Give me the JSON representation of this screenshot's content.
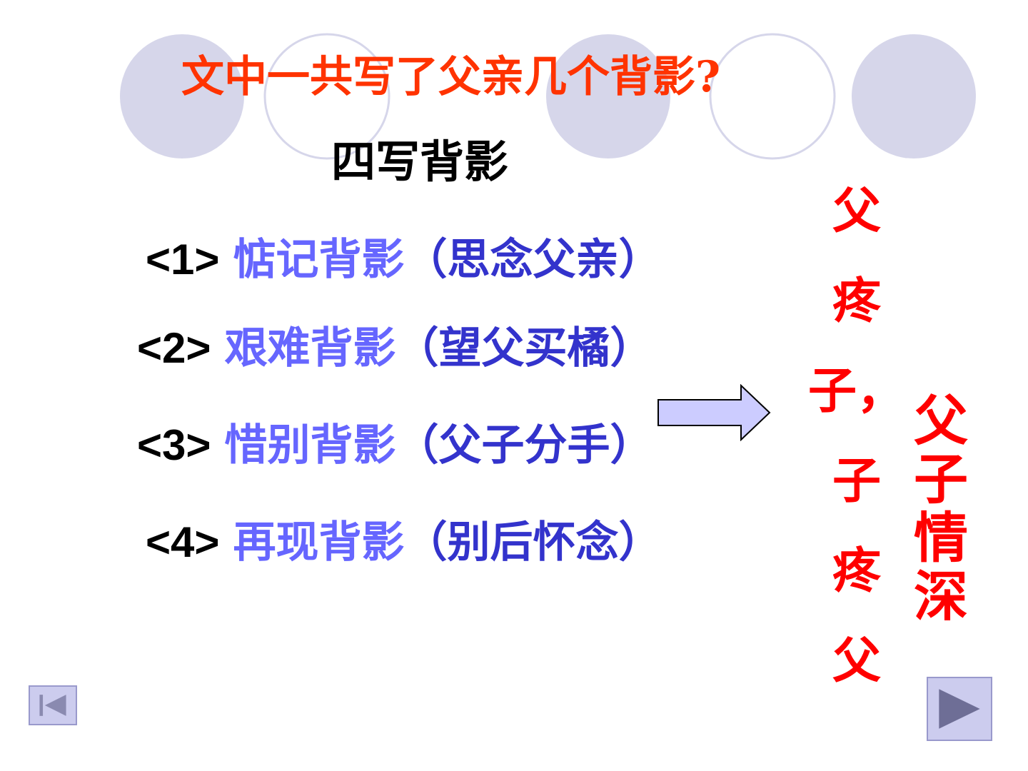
{
  "slide": {
    "title": "文中一共写了父亲几个背影?",
    "subtitle": "四写背影",
    "items": [
      {
        "num": "<1>",
        "text": "惦记背影",
        "note": "（思念父亲）"
      },
      {
        "num": "<2>",
        "text": "艰难背影",
        "note": "（望父买橘）"
      },
      {
        "num": "<3>",
        "text": "惜别背影",
        "note": "（父子分手）"
      },
      {
        "num": "<4>",
        "text": "再现背影",
        "note": "（别后怀念）"
      }
    ],
    "vertical_col1": [
      "父",
      "疼",
      "子，",
      "子",
      "疼",
      "父"
    ],
    "vertical_col2": [
      "父",
      "子",
      "情",
      "深"
    ]
  },
  "nav": {
    "first_icon": "first-slide-icon",
    "next_icon": "next-slide-icon"
  },
  "colors": {
    "title": "#ff3300",
    "item_text": "#6666ff",
    "item_note": "#3333cc",
    "vertical_text": "#ff0000",
    "circle_fill": "#d6d6ea",
    "arrow_fill": "#ccccff",
    "nav_button": "#ccccee"
  }
}
